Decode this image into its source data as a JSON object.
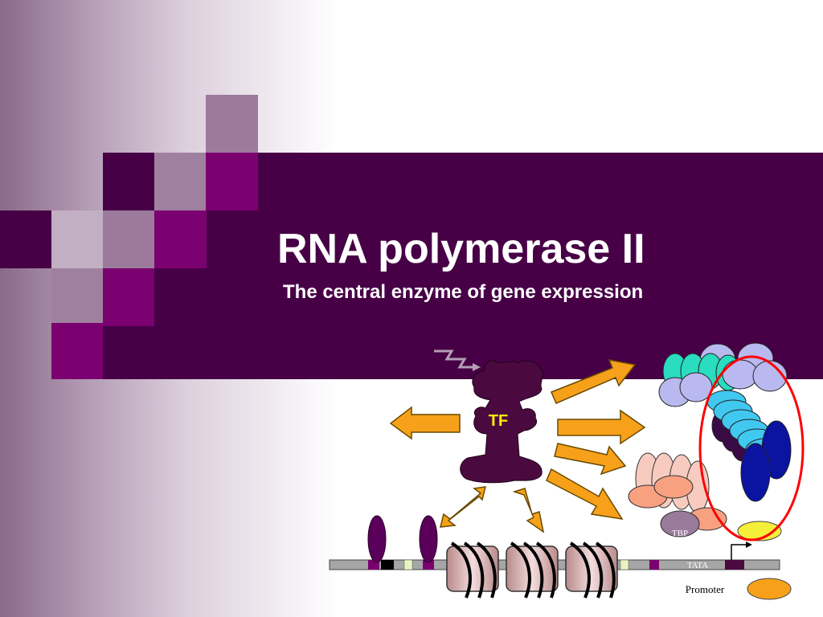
{
  "slide": {
    "title": "RNA polymerase II",
    "subtitle": "The central enzyme of gene expression"
  },
  "diagram": {
    "tf_label": "TF",
    "tbp_label": "TBP",
    "tata_label": "TATA",
    "promoter_label": "Promoter"
  },
  "colors": {
    "band": "#470046",
    "magenta": "#7b0070",
    "arrow_fill": "#f7a11a",
    "tf_body": "#4a0a40",
    "tf_text": "#ffee00",
    "highlight_circle": "#ff0000",
    "yellow_oval": "#f5ef3a",
    "orange_oval": "#f7a11a"
  }
}
